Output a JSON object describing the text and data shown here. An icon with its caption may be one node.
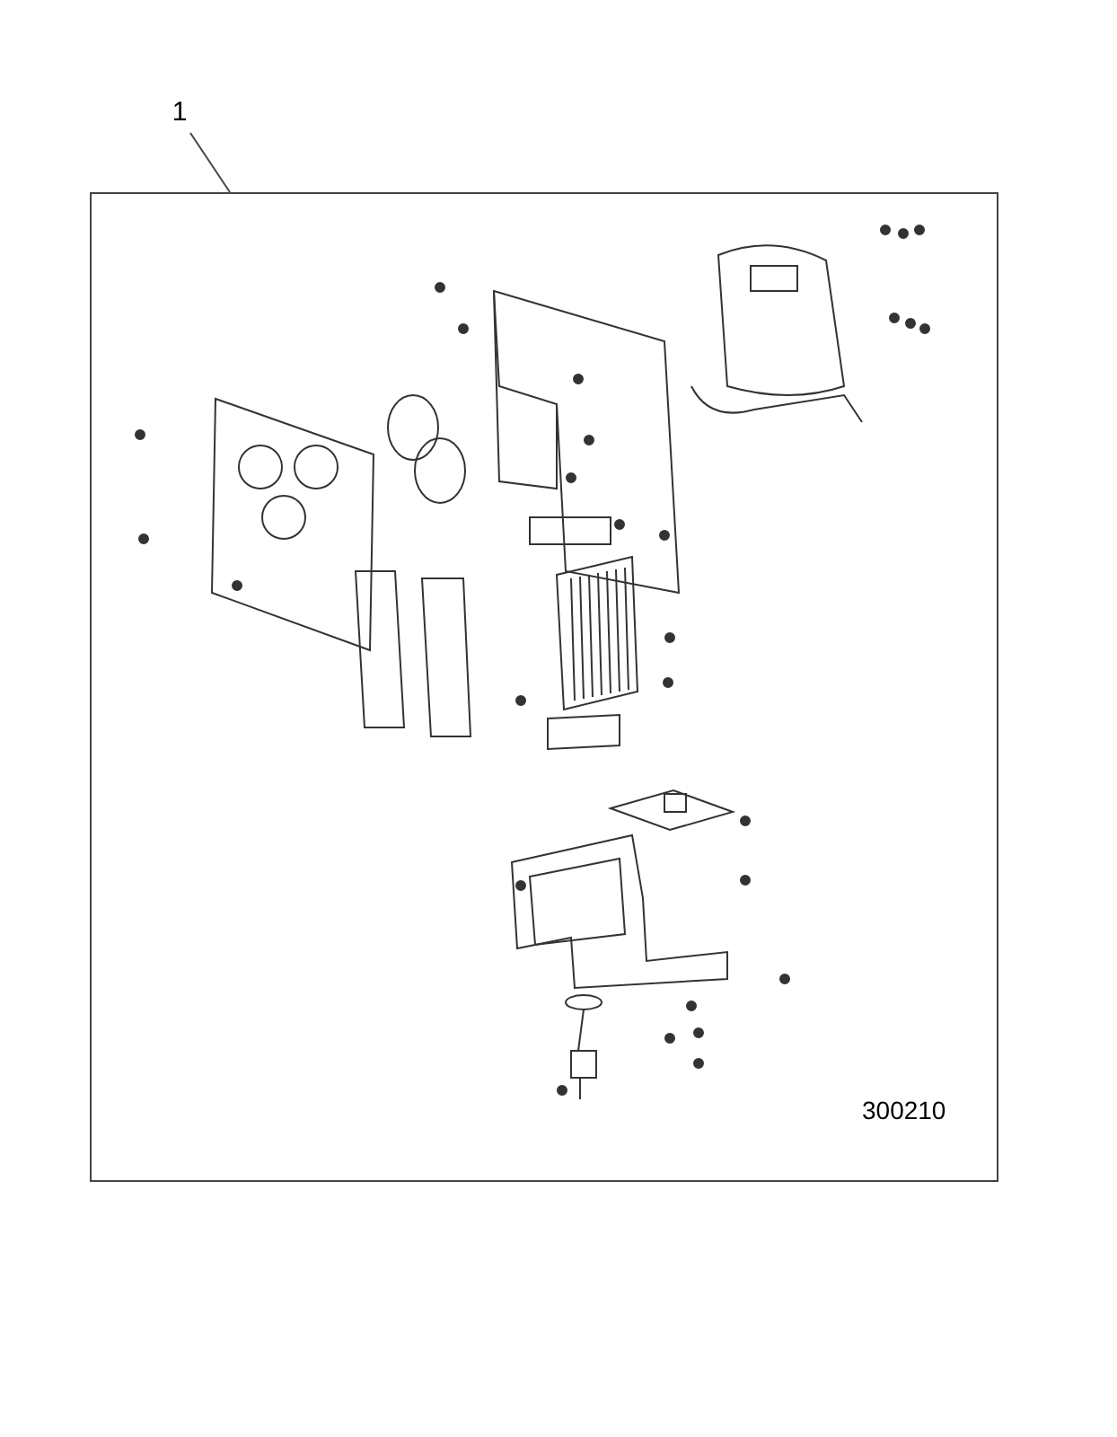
{
  "diagram": {
    "nodes": [
      {
        "text": [
          "1"
        ]
      },
      {
        "text": [],
        "shape": "box"
      }
    ],
    "edges": [
      {
        "from": 0,
        "to": 1,
        "arrow": "none"
      }
    ],
    "labels": [
      "300210"
    ]
  }
}
